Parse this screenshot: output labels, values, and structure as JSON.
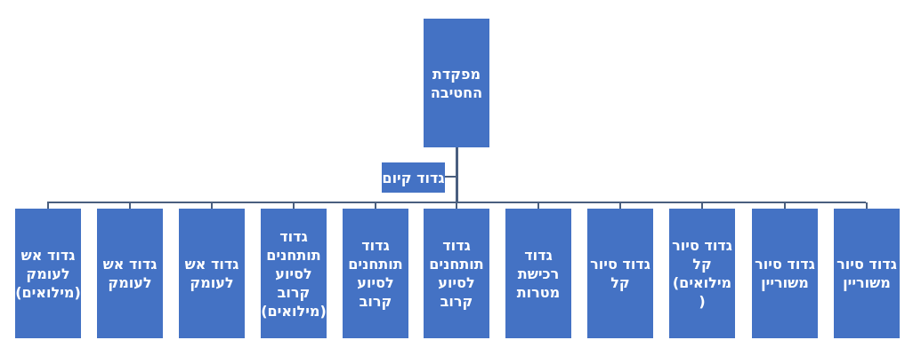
{
  "top_unit": {
    "label": "מפקדת\nהחטיבה"
  },
  "staff_unit": {
    "label": "גדוד קיום"
  },
  "units": [
    {
      "label": "גדוד אש\nלעומק\n(מילואים)"
    },
    {
      "label": "גדוד אש\nלעומק"
    },
    {
      "label": "גדוד אש\nלעומק"
    },
    {
      "label": "גדוד\nתותחנים\nלסיוע\nקרוב\n(מילואים)"
    },
    {
      "label": "גדוד\nתותחנים\nלסיוע\nקרוב"
    },
    {
      "label": "גדוד\nתותחנים\nלסיוע\nקרוב"
    },
    {
      "label": "גדוד\nרכישת\nמטרות"
    },
    {
      "label": "גדוד סיור\nקל"
    },
    {
      "label": "גדוד סיור\nקל\n(מילואים )"
    },
    {
      "label": "גדוד סיור\nמשוריין"
    },
    {
      "label": "גדוד סיור\nמשוריין"
    }
  ],
  "colors": {
    "box_fill": "#4472C4",
    "connector": "#4a5f7f",
    "text": "#ffffff"
  }
}
